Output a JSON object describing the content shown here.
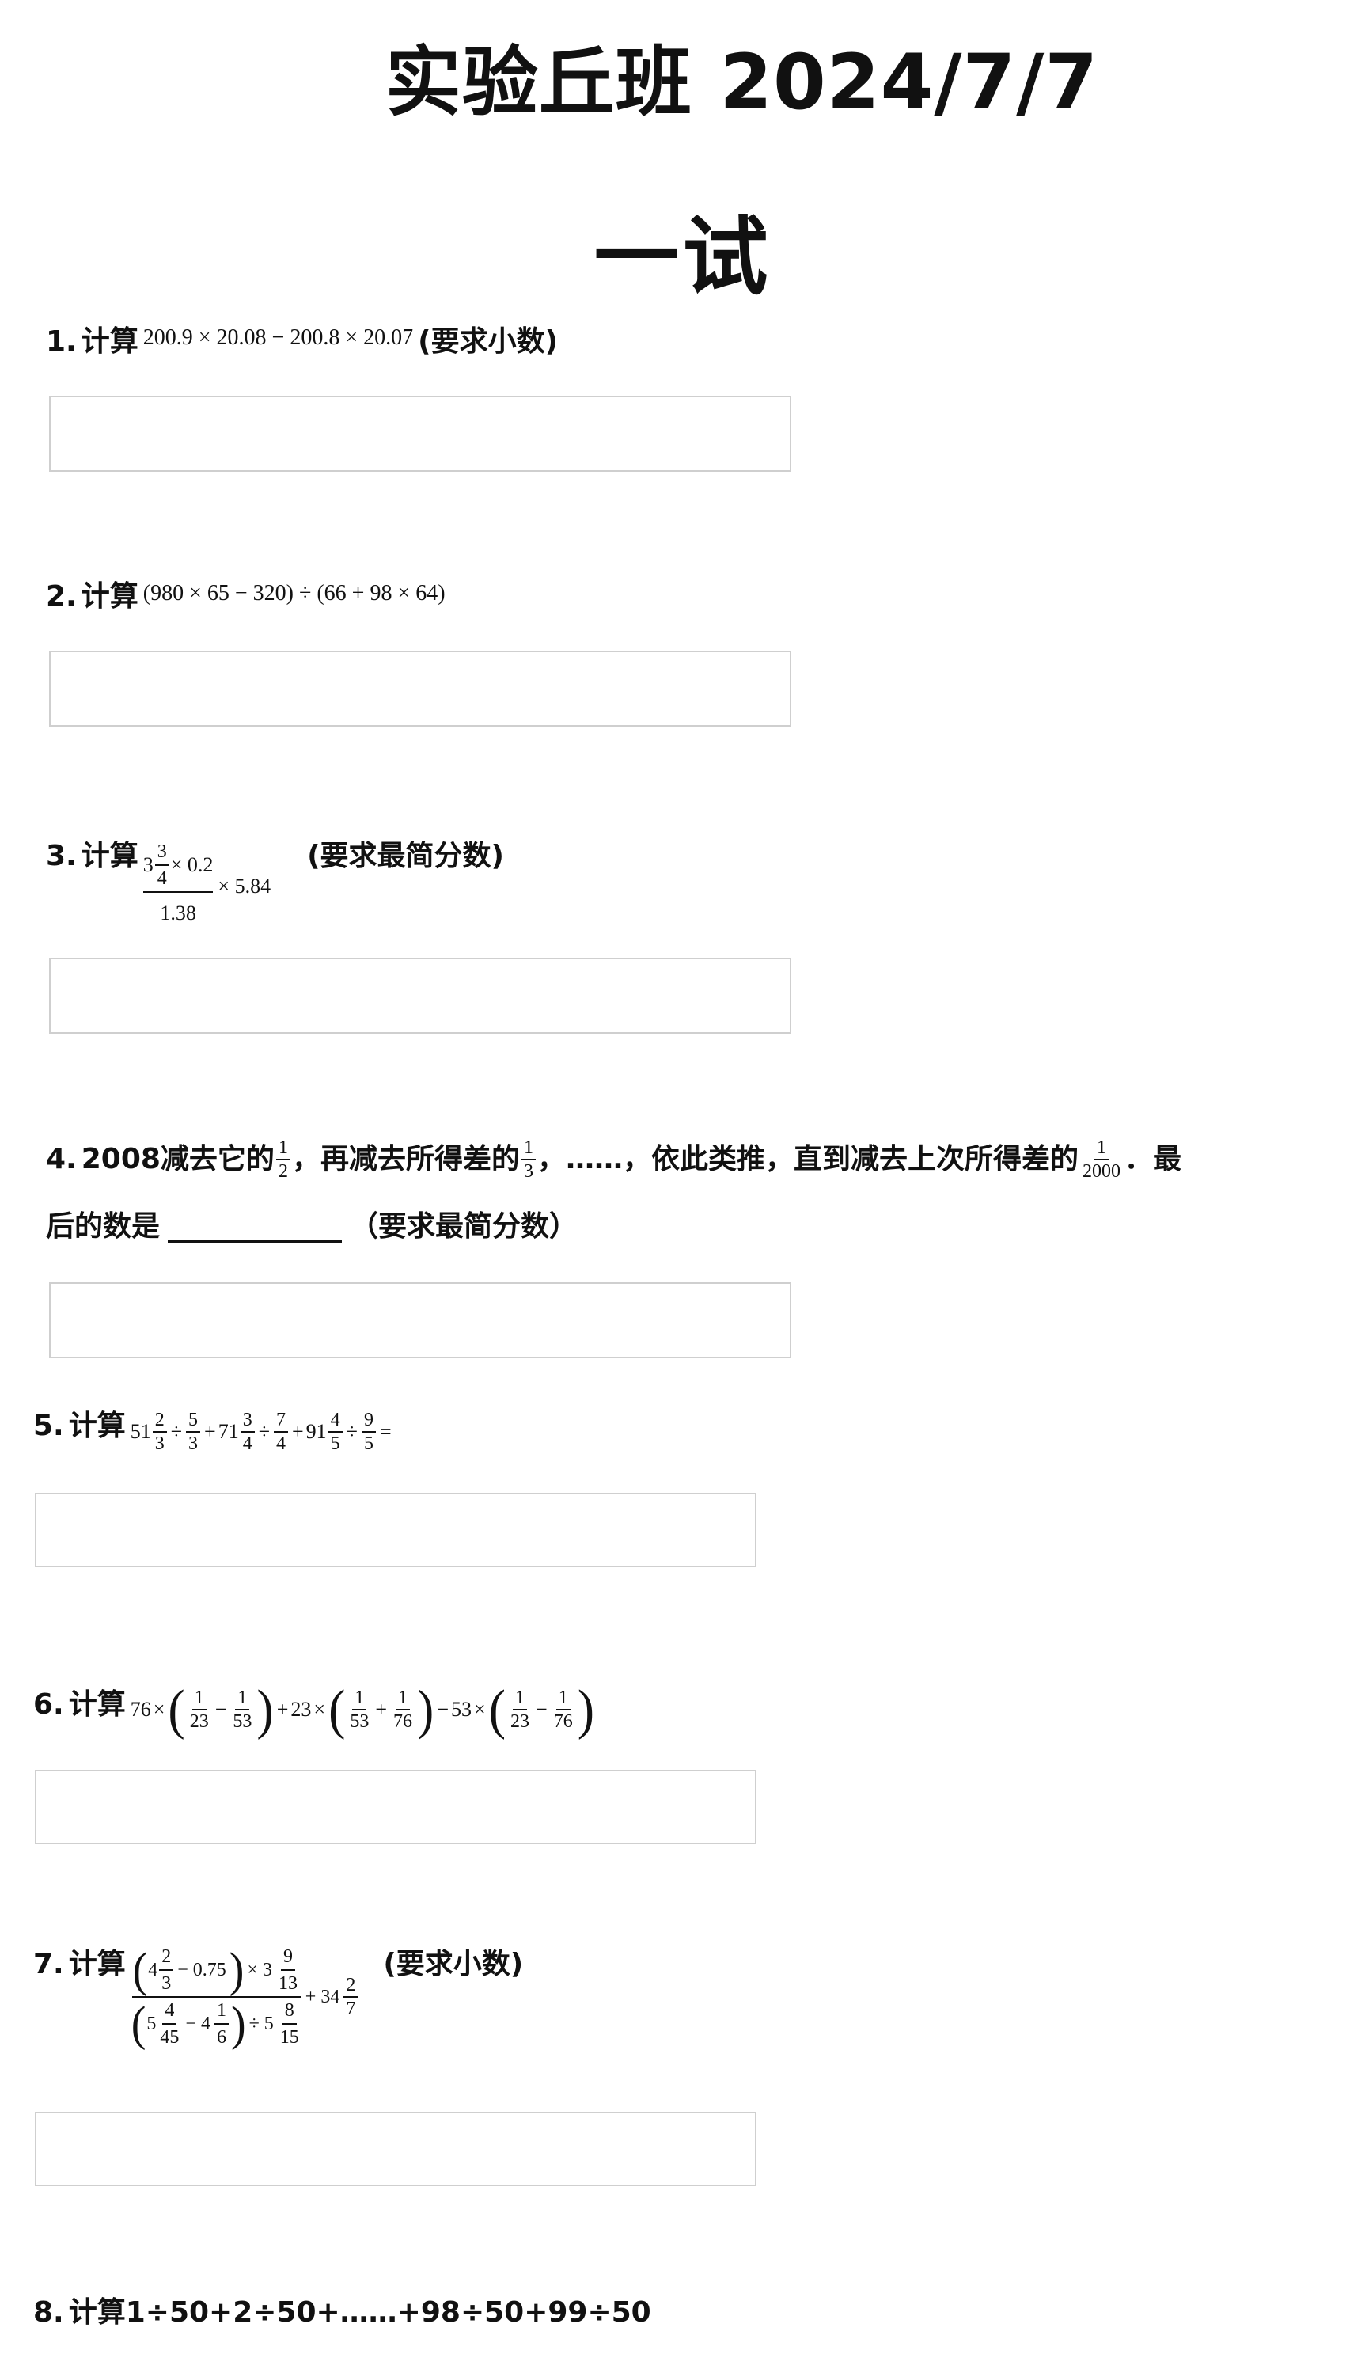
{
  "title_line1": "实验丘班 2024/7/7",
  "title_line2": "一试",
  "questions": [
    {
      "num": "1.",
      "label": "计算",
      "expr": "200.9 × 20.08 − 200.8 × 20.07",
      "note": "(要求小数)"
    },
    {
      "num": "2.",
      "label": "计算",
      "expr": "(980 × 65 − 320) ÷ (66 + 98 × 64)"
    },
    {
      "num": "3.",
      "label": "计算",
      "note": "(要求最简分数)",
      "parts": {
        "whole": "3",
        "fn": "3",
        "fd": "4",
        "times1": "× 0.2",
        "den": "1.38",
        "times2": "× 5.84"
      }
    },
    {
      "num": "4.",
      "text_a": "2008减去它的",
      "f1n": "1",
      "f1d": "2",
      "text_b": "，再减去所得差的",
      "f2n": "1",
      "f2d": "3",
      "text_c": "，……，依此类推，直到减去上次所得差的",
      "f3n": "1",
      "f3d": "2000",
      "text_d": "．最",
      "text_e": "后的数是",
      "note": "（要求最简分数）"
    },
    {
      "num": "5.",
      "label": "计算",
      "terms": [
        "51",
        "2",
        "3",
        "÷",
        "5",
        "3",
        "+",
        "71",
        "3",
        "4",
        "÷",
        "7",
        "4",
        "+",
        "91",
        "4",
        "5",
        "÷",
        "9",
        "5"
      ],
      "end": "="
    },
    {
      "num": "6.",
      "label": "计算",
      "t1": "76",
      "a": [
        "1",
        "23",
        "1",
        "53"
      ],
      "op1": "+",
      "t2": "23",
      "b": [
        "1",
        "53",
        "1",
        "76"
      ],
      "op2": "−",
      "t3": "53",
      "c": [
        "1",
        "23",
        "1",
        "76"
      ]
    },
    {
      "num": "7.",
      "label": "计算",
      "note": "(要求小数)",
      "top": {
        "w1": "4",
        "n1": "2",
        "d1": "3",
        "minus": "− 0.75",
        "times": "× 3",
        "n2": "9",
        "d2": "13"
      },
      "bottom": {
        "w1": "5",
        "n1": "4",
        "d1": "45",
        "minus": "− 4",
        "n2": "1",
        "d2": "6",
        "div": "÷ 5",
        "n3": "8",
        "d3": "15"
      },
      "tail": {
        "plus": "+ 34",
        "n": "2",
        "d": "7"
      }
    },
    {
      "num": "8.",
      "label": "计算1÷50+2÷50+……+98÷50+99÷50"
    }
  ],
  "colors": {
    "text": "#111111",
    "box_border": "#cfcfcf",
    "background": "#ffffff"
  }
}
